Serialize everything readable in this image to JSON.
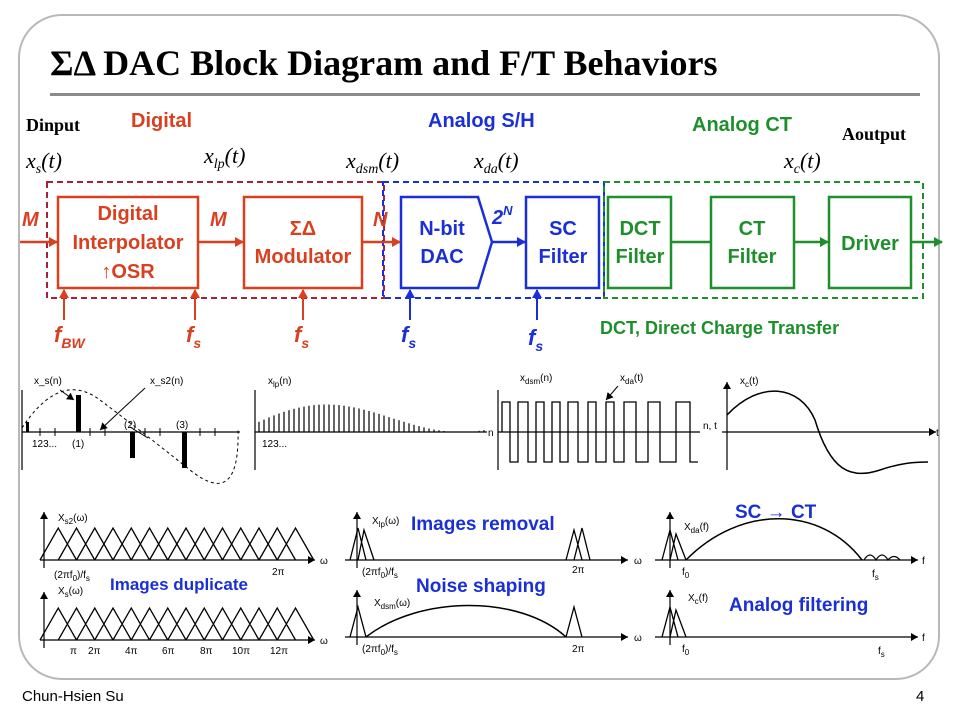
{
  "slide": {
    "title": "ΣΔ DAC Block Diagram and F/T Behaviors",
    "author": "Chun-Hsien Su",
    "page": "4"
  },
  "colors": {
    "digital": "#d8401f",
    "analog_sh": "#1a2fd6",
    "analog_ct": "#1e8f2c"
  },
  "headers": {
    "dinput": "Dinput",
    "digital": "Digital",
    "analog_sh": "Analog S/H",
    "analog_ct": "Analog CT",
    "aoutput": "Aoutput"
  },
  "signals": {
    "xs": "x_s(t)",
    "xlp": "x_lp(t)",
    "xdsm": "x_dsm(t)",
    "xda": "x_da(t)",
    "xc": "x_c(t)"
  },
  "word_widths": {
    "in": "M",
    "mid": "M",
    "dsm": "N",
    "dac": "2^N"
  },
  "blocks": {
    "interp": [
      "Digital",
      "Interpolator",
      "↑OSR"
    ],
    "mod": [
      "ΣΔ",
      "Modulator"
    ],
    "dac": [
      "N-bit",
      "DAC"
    ],
    "sc": [
      "SC",
      "Filter"
    ],
    "dct": [
      "DCT",
      "Filter"
    ],
    "ct": [
      "CT",
      "Filter"
    ],
    "drv": [
      "Driver"
    ]
  },
  "clocks": {
    "bw": "f_BW",
    "fs": "f_s"
  },
  "dct_note": "DCT, Direct Charge Transfer",
  "time_plots": {
    "p1": {
      "l1": "x_s(n)",
      "l2": "x_s2(n)",
      "l3": "(2)",
      "l4": "(3)",
      "l5": "(1)",
      "tick": "123..."
    },
    "p2": {
      "l1": "x_lp(n)",
      "tick": "123..."
    },
    "p3": {
      "l1": "x_dsm(n)",
      "l2": "x_da(t)",
      "axis": "n"
    },
    "p4": {
      "l1": "x_c(t)",
      "axis1": "n, t",
      "axis2": "t"
    }
  },
  "freq_plots": {
    "a": {
      "ylabel": "X_s2(ω)",
      "x0": "(2πf_0)/f_s",
      "x1": "2π",
      "xaxis": "ω"
    },
    "b": {
      "ylabel": "X_s(ω)",
      "ticks": [
        "π",
        "2π",
        "4π",
        "6π",
        "8π",
        "10π",
        "12π"
      ],
      "xaxis": "ω"
    },
    "c": {
      "ylabel": "X_lp(ω)",
      "x0": "(2πf_0)/f_s",
      "x1": "2π",
      "xaxis": "ω"
    },
    "d": {
      "ylabel": "X_dsm(ω)",
      "x0": "(2πf_0)/f_s",
      "x1": "2π",
      "xaxis": "ω"
    },
    "e": {
      "ylabel": "X_da(f)",
      "x0": "f_0",
      "x1": "f_s",
      "xaxis": "f"
    },
    "f": {
      "ylabel": "X_c(f)",
      "x0": "f_0",
      "x1": "f_s",
      "xaxis": "f"
    }
  },
  "annotations": {
    "images_duplicate": "Images duplicate",
    "images_removal": "Images removal",
    "noise_shaping": "Noise shaping",
    "sc_ct": "SC → CT",
    "analog_filtering": "Analog filtering"
  }
}
